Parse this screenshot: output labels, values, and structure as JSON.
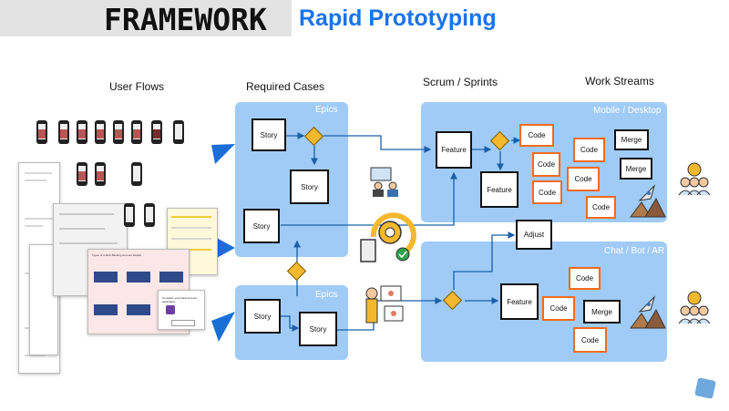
{
  "header": {
    "title": "FRAMEWORK",
    "subtitle": "Rapid Prototyping"
  },
  "columns": {
    "user_flows": "User Flows",
    "required_cases": "Required Cases",
    "scrum": "Scrum / Sprints",
    "work_streams": "Work Streams"
  },
  "epics_top": {
    "label": "Epics",
    "story_1": "Story",
    "story_2": "Story",
    "story_3": "Story"
  },
  "epics_bottom": {
    "label": "Epics",
    "story_1": "Story",
    "story_2": "Story"
  },
  "stream_top": {
    "label": "Mobile / Desktop",
    "feature_1": "Feature",
    "feature_2": "Feature",
    "code": [
      "Code",
      "Code",
      "Code",
      "Code",
      "Code",
      "Code"
    ],
    "merge_1": "Merge",
    "merge_2": "Merge"
  },
  "adjust": "Adjust",
  "stream_bottom": {
    "label": "Chat / Bot / AR",
    "feature": "Feature",
    "code": [
      "Code",
      "Code",
      "Code"
    ],
    "merge": "Merge"
  },
  "wireframe_texts": {
    "mock_heading": "Types of a Web Banking Account Details",
    "popup": "Complete your bank account application"
  },
  "colors": {
    "accent_blue": "#1a73e8",
    "panel_blue": "#9fcbf6",
    "code_orange": "#f26b1d",
    "diamond_yellow": "#f4b82e",
    "arrow_blue": "#1a6fd6"
  },
  "icons": [
    "team-icon",
    "gear-cycle-icon",
    "server-icon",
    "presenter-icon",
    "rocket-icon",
    "person-board-icon"
  ]
}
